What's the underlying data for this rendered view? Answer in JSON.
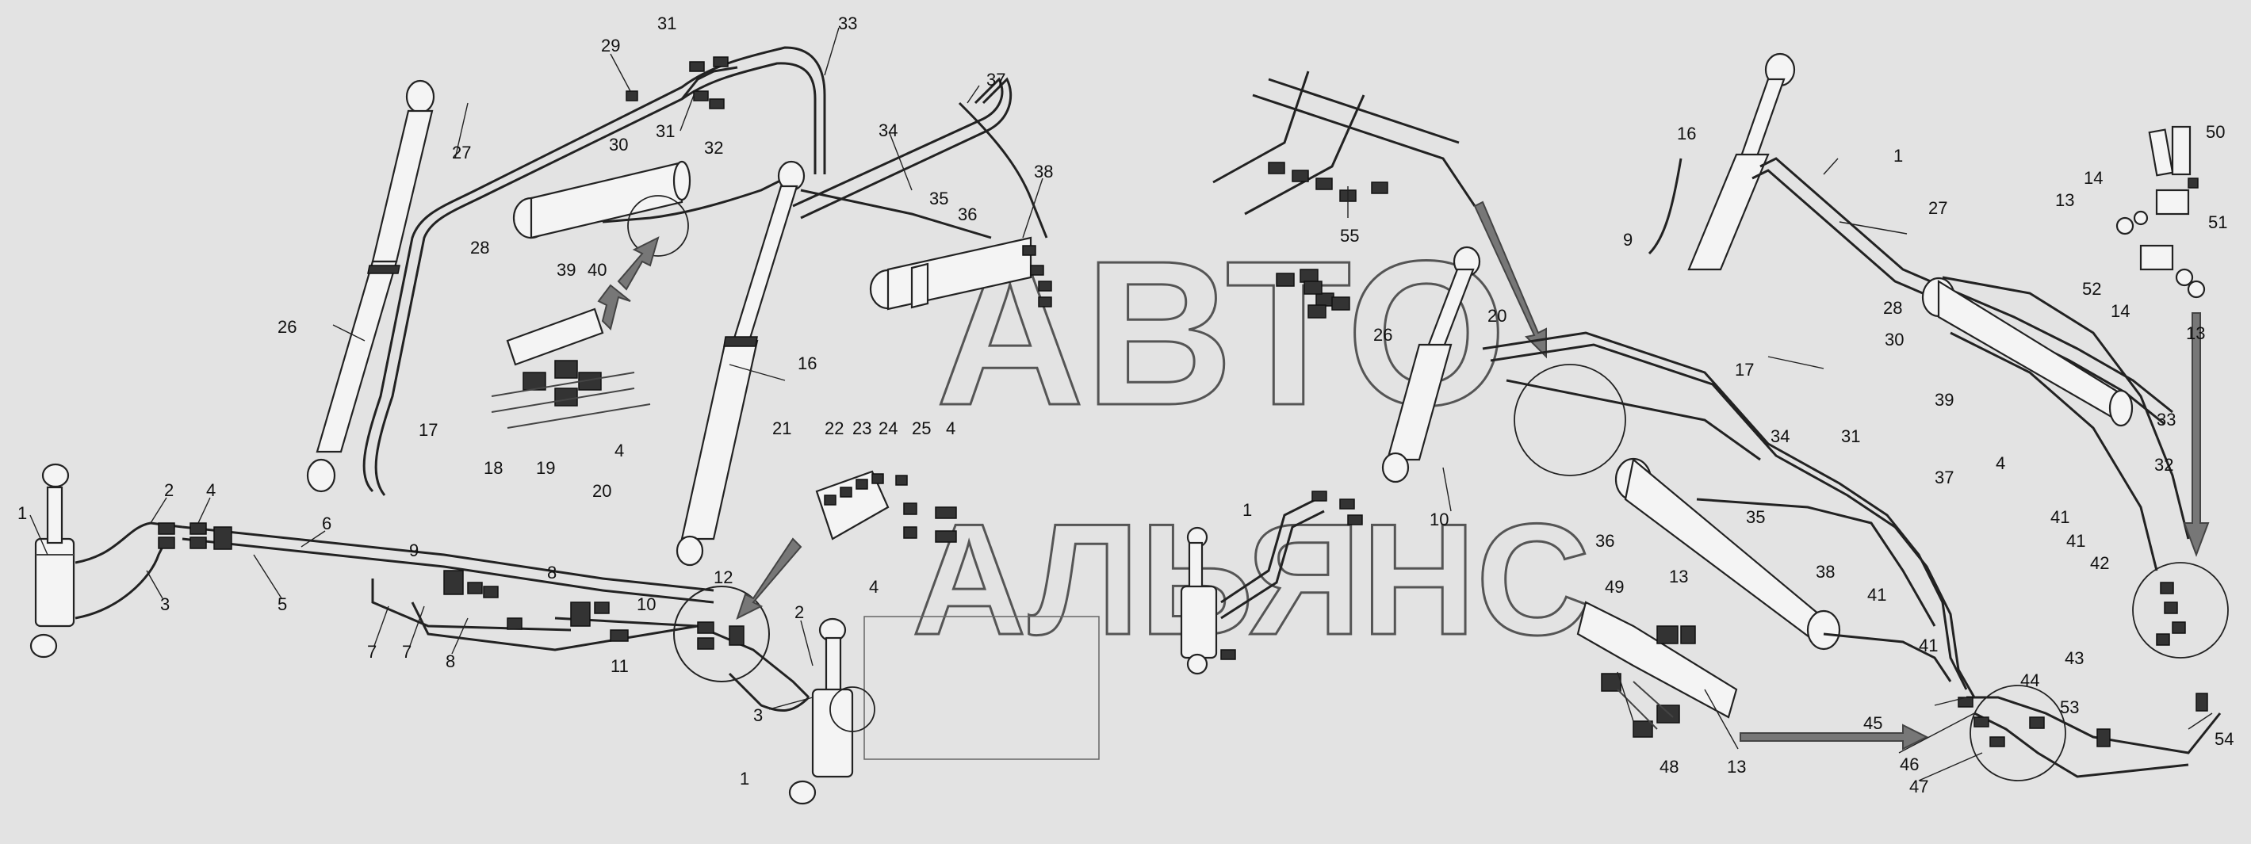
{
  "watermark": {
    "line1": "АВТО",
    "line2": "АЛЬЯНС"
  },
  "left_assembly": {
    "callouts": [
      {
        "text": "1"
      },
      {
        "text": "2"
      },
      {
        "text": "3"
      },
      {
        "text": "4"
      },
      {
        "text": "5"
      },
      {
        "text": "6"
      },
      {
        "text": "7"
      },
      {
        "text": "7"
      },
      {
        "text": "8"
      },
      {
        "text": "8"
      },
      {
        "text": "9"
      },
      {
        "text": "10"
      },
      {
        "text": "11"
      },
      {
        "text": "12"
      },
      {
        "text": "2"
      },
      {
        "text": "3"
      },
      {
        "text": "1"
      },
      {
        "text": "17"
      },
      {
        "text": "18"
      },
      {
        "text": "19"
      },
      {
        "text": "4"
      },
      {
        "text": "20"
      },
      {
        "text": "16"
      },
      {
        "text": "21"
      },
      {
        "text": "22"
      },
      {
        "text": "23"
      },
      {
        "text": "24"
      },
      {
        "text": "25"
      },
      {
        "text": "4"
      },
      {
        "text": "4"
      },
      {
        "text": "26"
      },
      {
        "text": "27"
      },
      {
        "text": "28"
      },
      {
        "text": "29"
      },
      {
        "text": "31"
      },
      {
        "text": "31"
      },
      {
        "text": "33"
      },
      {
        "text": "32"
      },
      {
        "text": "30"
      },
      {
        "text": "39"
      },
      {
        "text": "40"
      },
      {
        "text": "34"
      },
      {
        "text": "35"
      },
      {
        "text": "37"
      },
      {
        "text": "36"
      },
      {
        "text": "38"
      }
    ]
  },
  "right_assembly": {
    "callouts": [
      {
        "text": "55"
      },
      {
        "text": "16"
      },
      {
        "text": "1"
      },
      {
        "text": "9"
      },
      {
        "text": "27"
      },
      {
        "text": "28"
      },
      {
        "text": "20"
      },
      {
        "text": "26"
      },
      {
        "text": "17"
      },
      {
        "text": "10"
      },
      {
        "text": "1"
      },
      {
        "text": "34"
      },
      {
        "text": "31"
      },
      {
        "text": "36"
      },
      {
        "text": "35"
      },
      {
        "text": "37"
      },
      {
        "text": "38"
      },
      {
        "text": "49"
      },
      {
        "text": "13"
      },
      {
        "text": "48"
      },
      {
        "text": "13"
      },
      {
        "text": "41"
      },
      {
        "text": "41"
      },
      {
        "text": "44"
      },
      {
        "text": "45"
      },
      {
        "text": "46"
      },
      {
        "text": "47"
      },
      {
        "text": "53"
      },
      {
        "text": "54"
      },
      {
        "text": "43"
      },
      {
        "text": "42"
      },
      {
        "text": "41"
      },
      {
        "text": "41"
      },
      {
        "text": "4"
      },
      {
        "text": "39"
      },
      {
        "text": "30"
      },
      {
        "text": "33"
      },
      {
        "text": "32"
      },
      {
        "text": "50"
      },
      {
        "text": "14"
      },
      {
        "text": "13"
      },
      {
        "text": "51"
      },
      {
        "text": "52"
      },
      {
        "text": "14"
      },
      {
        "text": "13"
      }
    ]
  }
}
